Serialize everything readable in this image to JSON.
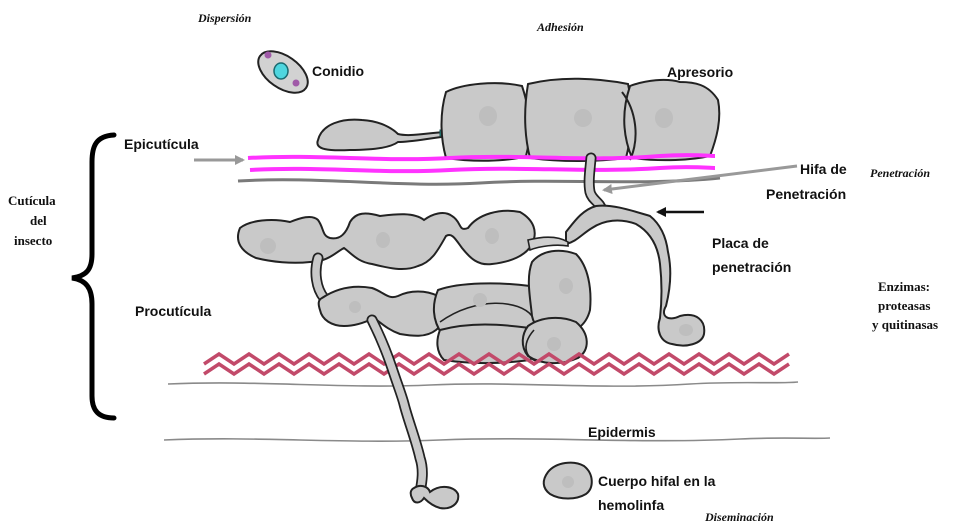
{
  "colors": {
    "epicuticle": "#ff33ff",
    "zigzag": "#c24a6a",
    "cell_fill": "#c9c9c9",
    "conidium_spore": "#4fd6df",
    "conidium_dots": "#a05aa8",
    "arrow_gray": "#999999"
  },
  "labels": {
    "dispersion": "Dispersión",
    "adhesion": "Adhesión",
    "penetracion": "Penetración",
    "diseminacion": "Diseminación",
    "conidio": "Conidio",
    "apresorio": "Apresorio",
    "epicuticula": "Epicutícula",
    "hifa_line1": "Hifa de",
    "hifa_line2": "Penetración",
    "placa_line1": "Placa de",
    "placa_line2": "penetración",
    "procuticula": "Procutícula",
    "epidermis": "Epidermis",
    "cuerpo_line1": "Cuerpo hifal en la",
    "cuerpo_line2": "hemolinfa",
    "cuticula_line1": "Cutícula",
    "cuticula_line2": "del",
    "cuticula_line3": "insecto",
    "enzimas_line1": "Enzimas:",
    "enzimas_line2": "proteasas",
    "enzimas_line3": "y quitinasas"
  }
}
